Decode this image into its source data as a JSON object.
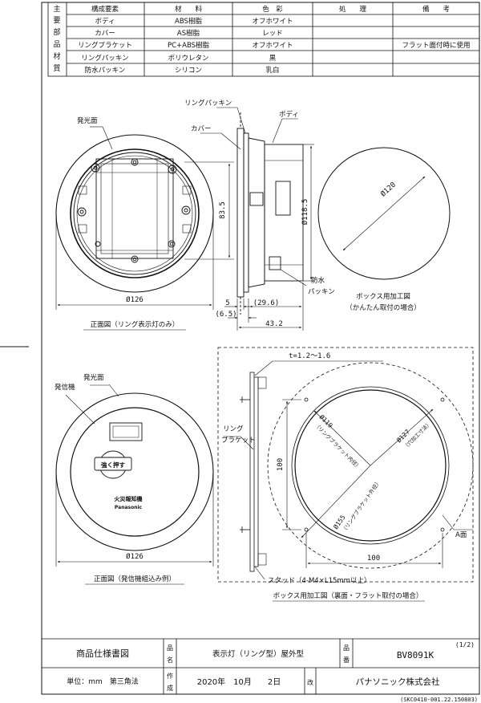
{
  "spec_table": {
    "side_label": [
      "主",
      "要",
      "部",
      "品",
      "材",
      "質"
    ],
    "headers": [
      "構成要素",
      "材　　料",
      "色　彩",
      "処　　理",
      "備　　考"
    ],
    "rows": [
      [
        "ボディ",
        "ABS樹脂",
        "オフホワイト",
        "",
        ""
      ],
      [
        "カバー",
        "AS樹脂",
        "レッド",
        "",
        ""
      ],
      [
        "リングブラケット",
        "PC+ABS樹脂",
        "オフホワイト",
        "",
        "フラット面付時に使用"
      ],
      [
        "リングパッキン",
        "ポリウレタン",
        "黒",
        "",
        ""
      ],
      [
        "防水パッキン",
        "シリコン",
        "乳白",
        "",
        ""
      ]
    ]
  },
  "drawing1": {
    "label_hakkoumen": "発光面",
    "label_ring_packing": "リングパッキン",
    "label_cover": "カバー",
    "label_body": "ボディ",
    "dim_83_5": "83.5",
    "dim_118_5": "Ø118.5",
    "dim_126": "Ø126",
    "dim_5": "5",
    "dim_29_6": "(29.6)",
    "dim_6_5": "(6.5)",
    "dim_43_2": "43.2",
    "label_waterproof_1": "防水",
    "label_waterproof_2": "パッキン",
    "caption": "正面図（リング表示灯のみ）"
  },
  "drawing2": {
    "dim_120": "Ø120",
    "caption_1": "ボックス用加工図",
    "caption_2": "（かんたん取付の場合）"
  },
  "drawing3": {
    "label_hakkoumen": "発光面",
    "label_hasshinki": "発信機",
    "button_text": "強く押す",
    "device_name": "火災報知機",
    "brand": "Panasonic",
    "dim_126": "Ø126",
    "caption": "正面図（発信機組込み例）"
  },
  "drawing4": {
    "dim_t": "t=1.2～1.6",
    "label_ring_1": "リング",
    "label_ring_2": "ブラケット",
    "dim_100_v": "100",
    "dim_100_h": "100",
    "dim_119": "Ø119",
    "dim_119_sub": "（リングブラケット内径）",
    "dim_127": "Ø127",
    "dim_127_sub": "（穴加工寸法）",
    "dim_155": "Ø155",
    "dim_155_sub": "（リングブラケット外径）",
    "label_a_face": "A面",
    "label_stud": "スタッド（4-M4×L15mm以上）",
    "caption": "ボックス用加工図（裏面・フラット取付の場合）"
  },
  "title_block": {
    "doc_type": "商品仕様書図",
    "name_label": [
      "品",
      "名"
    ],
    "product_name": "表示灯（リング型）屋外型",
    "number_label": [
      "品",
      "番"
    ],
    "product_number": "BV8091K",
    "sheet": "(1/2)",
    "unit": "単位：mm　第三角法",
    "made_label": [
      "作",
      "成"
    ],
    "date": "2020年　10月　　2日",
    "revision_label": "改",
    "company": "パナソニック株式会社"
  },
  "footer_code": "(SKC0410-001.22.150803)"
}
